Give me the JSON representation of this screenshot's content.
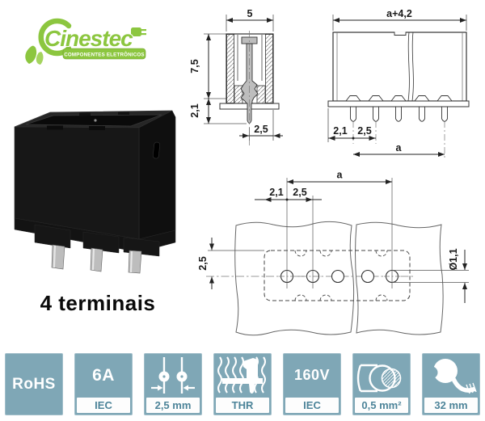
{
  "logo": {
    "brand": "Cinestec",
    "tagline": "COMPONENTES ELETRÔNICOS"
  },
  "product": {
    "caption": "4 terminais"
  },
  "drawings": {
    "side_view": {
      "width_top": "5",
      "body_height": "7,5",
      "pin_below": "2,1",
      "pin_to_edge": "2,5"
    },
    "front_view": {
      "total_width": "a+4,2",
      "edge_to_pin": "2,1",
      "pitch": "2,5",
      "pin_span": "a"
    },
    "pcb_layout": {
      "hole_span": "a",
      "edge_to_hole": "2,1",
      "hole_pitch": "2,5",
      "row_offset": "2,5",
      "hole_diameter": "Ø1,1"
    }
  },
  "badges": [
    {
      "id": "rohs",
      "label": "RoHS"
    },
    {
      "id": "current",
      "label": "6A",
      "sub": "IEC"
    },
    {
      "id": "pitch",
      "icon": "pitch-icon",
      "sub": "2,5 mm"
    },
    {
      "id": "solder",
      "icon": "thr-icon",
      "sub": "THR"
    },
    {
      "id": "voltage",
      "label": "160V",
      "sub": "IEC"
    },
    {
      "id": "conductor",
      "icon": "wire-cross-section-icon",
      "sub": "0,5 mm²"
    },
    {
      "id": "strip_length",
      "icon": "strip-length-icon",
      "sub": "32 mm"
    }
  ],
  "colors": {
    "badge": "#7FA7B6",
    "badge_sub": "#4D8499",
    "logo_green": "#8CC63F",
    "logo_green_dark": "#6FA02B",
    "drawing_line": "#333333",
    "pin_gray": "#BDBDBD",
    "connector_black": "#171717"
  }
}
